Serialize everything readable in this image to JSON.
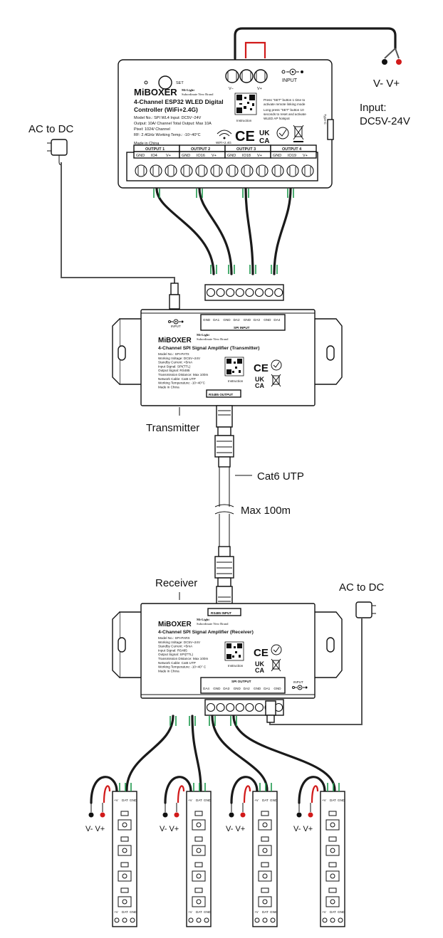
{
  "labels": {
    "ac_to_dc_top": "AC to DC",
    "ac_to_dc_bottom": "AC to DC",
    "input_vminus_vplus": "V-  V+",
    "input_title": "Input:",
    "input_range": "DC5V-24V",
    "transmitter": "Transmitter",
    "receiver": "Receiver",
    "cable": "Cat6 UTP",
    "max_distance": "Max 100m",
    "strip_power": "V-  V+"
  },
  "controller": {
    "brand": "MiBOXER",
    "sub_brand": "Mi-Light",
    "sub_brand_2": "Subordinate New Brand",
    "title_line1": "4-Channel ESP32 WLED Digital",
    "title_line2": "Controller (WiFi+2.4G)",
    "specs": [
      "Model No.: SPI WL4    Input: DC5V~24V",
      "Output: 10A/ Channel  Total Output: Max 10A",
      "Pixel: 1024/ Channel",
      "RF: 2.4GHz  Working Temp.: -10~40°C"
    ],
    "made_in": "Made in China",
    "set_label": "SET",
    "input_label": "INPUT",
    "vminus": "V−",
    "vplus": "V+",
    "instruction": "Instruction",
    "notes": [
      "Press \"SET\" button 1 time to",
      "activate remote linking mode",
      "Long press \"SET\" button 10",
      "seconds to reset and activate",
      "WLED AP hotspot"
    ],
    "wifi": "WiFi+2.4G",
    "type_c": "Type-C",
    "outputs": [
      {
        "title": "OUTPUT 1",
        "pins": [
          "GND",
          "IO4",
          "V+"
        ]
      },
      {
        "title": "OUTPUT 2",
        "pins": [
          "GND",
          "IO16",
          "V+"
        ]
      },
      {
        "title": "OUTPUT 3",
        "pins": [
          "GND",
          "IO18",
          "V+"
        ]
      },
      {
        "title": "OUTPUT 4",
        "pins": [
          "GND",
          "IO19",
          "V+"
        ]
      }
    ]
  },
  "transmitter_box": {
    "brand": "MiBOXER",
    "sub_brand": "Mi-Light",
    "sub_brand_2": "Subordinate New Brand",
    "title": "4-Channel SPI Signal Amplifier (Transmitter)",
    "specs": [
      "Model No.: SPI-PATX",
      "Working Voltage: DC5V~24V",
      "Standby Current: <5mA",
      "Input Signal: SPI(TTL)",
      "Output Signal: RS485",
      "Transmission Distance: Max 100m",
      "Network Cable: Cat6 UTP",
      "Working Temperature: -10~40°C",
      "Made in China"
    ],
    "input_label": "INPUT",
    "spi_input_pins": [
      "GND",
      "DA1",
      "GND",
      "DA2",
      "GND",
      "DA3",
      "GND",
      "DA4"
    ],
    "spi_input_title": "SPI INPUT",
    "rs485_output": "RS485 OUTPUT",
    "instruction": "Instruction"
  },
  "receiver_box": {
    "brand": "MiBOXER",
    "sub_brand": "Mi-Light",
    "sub_brand_2": "Subordinate New Brand",
    "title": "4-Channel SPI Signal Amplifier (Receiver)",
    "specs": [
      "Model No.: SPI-PARX",
      "Working Voltage: DC5V~24V",
      "Standby Current: <5mA",
      "Input Signal: RS485",
      "Output Signal: SPI(TTL)",
      "Transmission Distance: Max 100m",
      "Network Cable: Cat6 UTP",
      "Working Temperature: -10~40° C",
      "Made in China"
    ],
    "rs485_input": "RS485 INPUT",
    "spi_output_title": "SPI OUTPUT",
    "spi_output_pins": [
      "DA4",
      "GND",
      "DA3",
      "GND",
      "DA2",
      "GND",
      "DA1",
      "GND"
    ],
    "input_label": "INPUT",
    "instruction": "Instruction"
  },
  "strip_pins": [
    "+V",
    "DAT",
    "GND"
  ]
}
